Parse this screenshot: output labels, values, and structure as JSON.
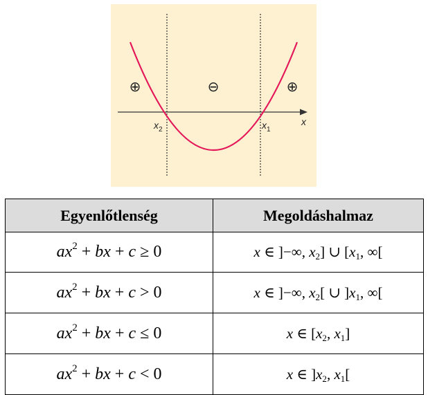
{
  "graph": {
    "colors": {
      "background": "#fdf1d2",
      "curve": "#e5195a",
      "axis": "#333333"
    },
    "axis_label": "x",
    "root_left": {
      "base": "x",
      "sub": "2"
    },
    "root_right": {
      "base": "x",
      "sub": "1"
    },
    "sign_left": "⊕",
    "sign_middle": "⊖",
    "sign_right": "⊕"
  },
  "table": {
    "header": {
      "col1": "Egyenlőtlenség",
      "col2": "Megoldáshalmaz"
    },
    "rows": [
      {
        "lhs": {
          "a": "a",
          "x1": "x",
          "exp": "2",
          "plus1": " + ",
          "b": "b",
          "x2": "x",
          "plus2": " + ",
          "c": "c"
        },
        "rel": " ≥ ",
        "rhs": "0",
        "set": {
          "x": "x",
          "in": " ∈ ",
          "p1": "]−∞, ",
          "r1": "x",
          "s1": "2",
          "p2": "] ∪ [",
          "r2": "x",
          "s2": "1",
          "p3": ", ∞["
        }
      },
      {
        "lhs": {
          "a": "a",
          "x1": "x",
          "exp": "2",
          "plus1": " + ",
          "b": "b",
          "x2": "x",
          "plus2": " + ",
          "c": "c"
        },
        "rel": " > ",
        "rhs": "0",
        "set": {
          "x": "x",
          "in": " ∈ ",
          "p1": "]−∞, ",
          "r1": "x",
          "s1": "2",
          "p2": "[ ∪ ]",
          "r2": "x",
          "s2": "1",
          "p3": ", ∞["
        }
      },
      {
        "lhs": {
          "a": "a",
          "x1": "x",
          "exp": "2",
          "plus1": " + ",
          "b": "b",
          "x2": "x",
          "plus2": " + ",
          "c": "c"
        },
        "rel": " ≤ ",
        "rhs": "0",
        "set": {
          "x": "x",
          "in": " ∈ ",
          "p1": "[",
          "r1": "x",
          "s1": "2",
          "p2": ", ",
          "r2": "x",
          "s2": "1",
          "p3": "]"
        }
      },
      {
        "lhs": {
          "a": "a",
          "x1": "x",
          "exp": "2",
          "plus1": " + ",
          "b": "b",
          "x2": "x",
          "plus2": " + ",
          "c": "c"
        },
        "rel": " < ",
        "rhs": "0",
        "set": {
          "x": "x",
          "in": " ∈ ",
          "p1": "]",
          "r1": "x",
          "s1": "2",
          "p2": ", ",
          "r2": "x",
          "s2": "1",
          "p3": "["
        }
      }
    ]
  }
}
